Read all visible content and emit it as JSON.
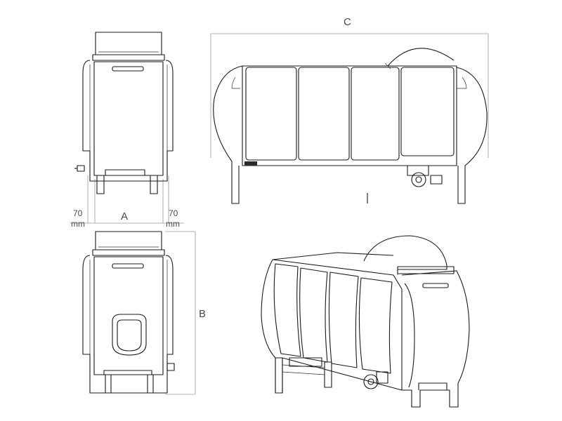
{
  "drawing": {
    "views": [
      "front-view",
      "side-view",
      "rear-view",
      "perspective-view"
    ],
    "dimensions": {
      "c_label": "C",
      "a_label": "A",
      "b_label": "B",
      "left_clearance_value": "70",
      "left_clearance_unit": "mm",
      "right_clearance_value": "70",
      "right_clearance_unit": "mm"
    },
    "line_color": "#1a1a1a",
    "dimension_line_color": "#9a9a9a",
    "background_color": "#ffffff"
  }
}
